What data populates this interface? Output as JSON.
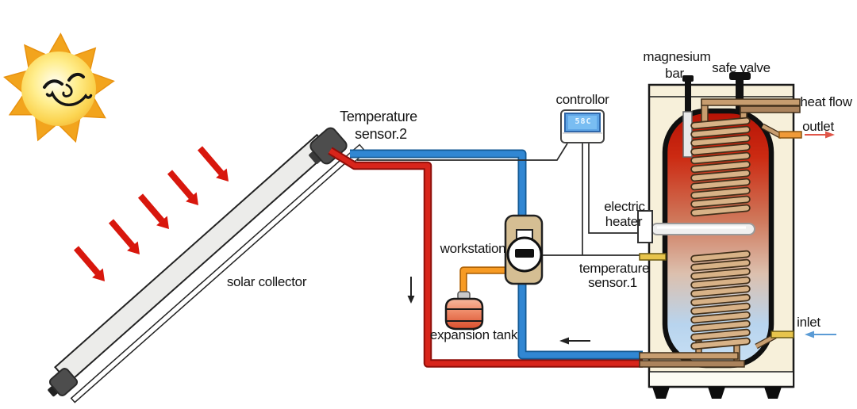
{
  "diagram": {
    "labels": {
      "temperature_sensor2": {
        "line1": "Temperature",
        "line2": "sensor.2"
      },
      "controller": "controllor",
      "controller_display": "58C",
      "solar_collector": "solar collector",
      "workstation": "workstation",
      "expansion_tank": "expansion tank",
      "electric_heater": {
        "line1": "electric",
        "line2": "heater"
      },
      "temperature_sensor1": {
        "line1": "temperature",
        "line2": "sensor.1"
      },
      "magnesium_bar": {
        "line1": "magnesium",
        "line2": "bar"
      },
      "safe_valve": "safe valve",
      "heat_flow": "heat flow",
      "outlet": "outlet",
      "inlet": "inlet"
    },
    "colors": {
      "hot_pipe": "#d8251b",
      "cold_pipe": "#3187d3",
      "expansion_pipe": "#f79b24",
      "coil": "#d8b287",
      "tank_case": "#f7f0da",
      "sun_ray": "#f2a41d",
      "radiation_arrow": "#d8170d"
    }
  }
}
